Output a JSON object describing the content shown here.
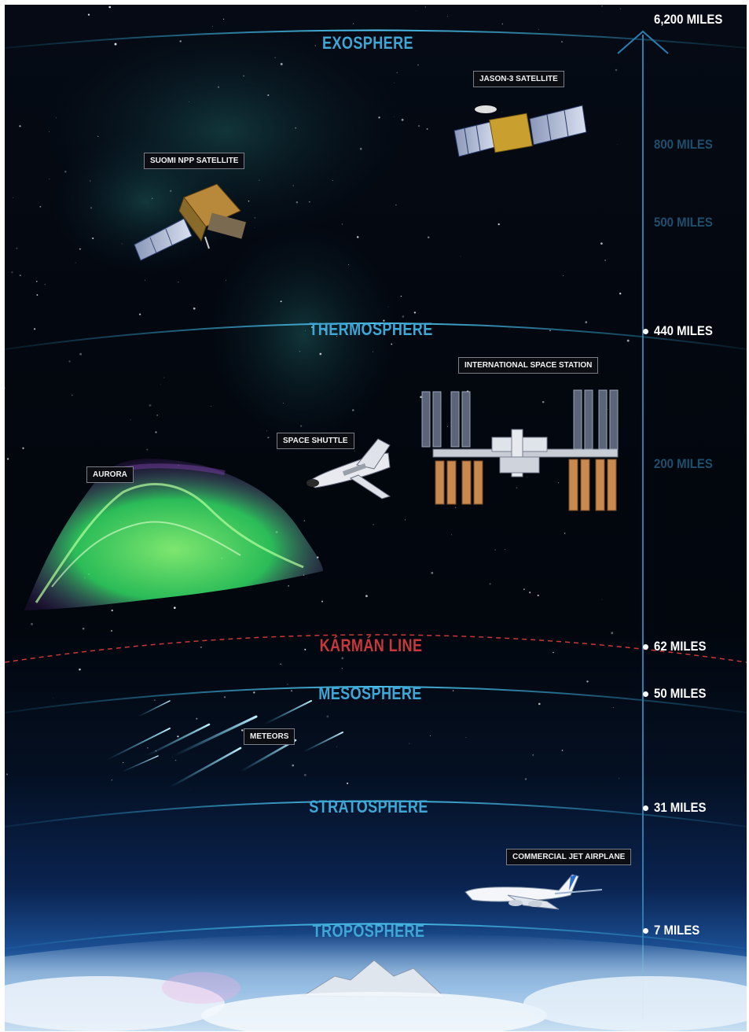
{
  "layers": {
    "exosphere": "EXOSPHERE",
    "thermosphere": "THERMOSPHERE",
    "karman": "KÁRMÁN LINE",
    "mesosphere": "MESOSPHERE",
    "stratosphere": "STRATOSPHERE",
    "troposphere": "TROPOSPHERE"
  },
  "altitudes": {
    "top": "6,200 MILES",
    "a800": "800 MILES",
    "a500": "500 MILES",
    "a440": "440 MILES",
    "a200": "200 MILES",
    "a62": "62 MILES",
    "a50": "50 MILES",
    "a31": "31 MILES",
    "a7": "7 MILES"
  },
  "objects": {
    "jason3": "JASON-3 SATELLITE",
    "suomi": "SUOMI NPP SATELLITE",
    "iss": "INTERNATIONAL SPACE STATION",
    "shuttle": "SPACE SHUTTLE",
    "aurora": "AURORA",
    "meteors": "METEORS",
    "jet": "COMMERCIAL JET AIRPLANE"
  },
  "colors": {
    "layer_label": "#3fa7d6",
    "karman_line": "#c8383a",
    "altitude_axis": "#2a7fb0"
  },
  "icons": [
    "satellite-icon",
    "space-station-icon",
    "space-shuttle-icon",
    "aurora-icon",
    "meteor-icon",
    "airplane-icon",
    "mountain-icon"
  ]
}
